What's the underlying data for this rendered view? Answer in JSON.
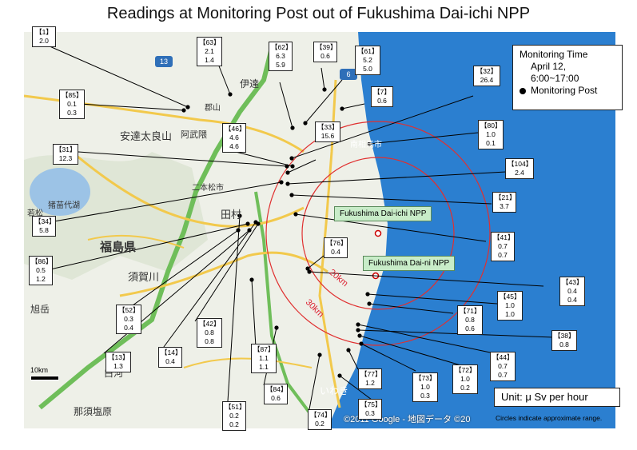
{
  "title": "Readings at Monitoring Post out of Fukushima Dai-ichi NPP",
  "legend": {
    "line1": "Monitoring Time",
    "line2": "April 12,",
    "line3": "6:00~17:00",
    "line4": "Monitoring Post"
  },
  "unit": "Unit: μ Sv per hour",
  "circles_note": "Circles indicate approximate range.",
  "copyright": "©2011 Google - 地図データ ©20",
  "scale": "10km",
  "rings": {
    "r20": "20km",
    "r30": "30km"
  },
  "npp": {
    "daiichi": "Fukushima Dai-ichi NPP",
    "daini": "Fukushima Dai-ni NPP"
  },
  "places": {
    "adatara": "安達太良山",
    "fukushima": "福島県",
    "sukagawa": "須賀川",
    "tamura": "田村",
    "abukuma": "阿武隈",
    "inawashiro": "猪苗代湖",
    "iwaki": "いわき",
    "nasu": "那須塩原",
    "asahi": "旭岳",
    "shirakawa": "白河",
    "date": "伊達",
    "minamisoma": "南相馬市",
    "nihonmatsu": "二本松市",
    "aizuwakamatsu": "若松",
    "tomioka": "郡山"
  },
  "roads": {
    "r13": "13",
    "r6": "6"
  },
  "stations": [
    {
      "id": "【1】",
      "v1": "2.0",
      "v2": ""
    },
    {
      "id": "【63】",
      "v1": "2.1",
      "v2": "1.4"
    },
    {
      "id": "【62】",
      "v1": "6.3",
      "v2": "5.9"
    },
    {
      "id": "【39】",
      "v1": "0.6",
      "v2": ""
    },
    {
      "id": "【61】",
      "v1": "5.2",
      "v2": "5.0"
    },
    {
      "id": "【32】",
      "v1": "26.4",
      "v2": ""
    },
    {
      "id": "【85】",
      "v1": "0.1",
      "v2": "0.3"
    },
    {
      "id": "【7】",
      "v1": "0.6",
      "v2": ""
    },
    {
      "id": "【46】",
      "v1": "4.6",
      "v2": "4.6"
    },
    {
      "id": "【33】",
      "v1": "15.6",
      "v2": ""
    },
    {
      "id": "【80】",
      "v1": "1.0",
      "v2": "0.1"
    },
    {
      "id": "【31】",
      "v1": "12.3",
      "v2": ""
    },
    {
      "id": "【104】",
      "v1": "2.4",
      "v2": ""
    },
    {
      "id": "【21】",
      "v1": "3.7",
      "v2": ""
    },
    {
      "id": "【34】",
      "v1": "5.8",
      "v2": ""
    },
    {
      "id": "【76】",
      "v1": "0.4",
      "v2": ""
    },
    {
      "id": "【41】",
      "v1": "0.7",
      "v2": "0.7"
    },
    {
      "id": "【86】",
      "v1": "0.5",
      "v2": "1.2"
    },
    {
      "id": "【43】",
      "v1": "0.4",
      "v2": "0.4"
    },
    {
      "id": "【45】",
      "v1": "1.0",
      "v2": "1.0"
    },
    {
      "id": "【52】",
      "v1": "0.3",
      "v2": "0.4"
    },
    {
      "id": "【71】",
      "v1": "0.8",
      "v2": "0.6"
    },
    {
      "id": "【42】",
      "v1": "0.8",
      "v2": "0.8"
    },
    {
      "id": "【38】",
      "v1": "0.8",
      "v2": ""
    },
    {
      "id": "【13】",
      "v1": "1.3",
      "v2": ""
    },
    {
      "id": "【14】",
      "v1": "0.4",
      "v2": ""
    },
    {
      "id": "【87】",
      "v1": "1.1",
      "v2": "1.1"
    },
    {
      "id": "【44】",
      "v1": "0.7",
      "v2": "0.7"
    },
    {
      "id": "【72】",
      "v1": "1.0",
      "v2": "0.2"
    },
    {
      "id": "【77】",
      "v1": "1.2",
      "v2": ""
    },
    {
      "id": "【73】",
      "v1": "1.0",
      "v2": "0.3"
    },
    {
      "id": "【84】",
      "v1": "0.6",
      "v2": ""
    },
    {
      "id": "【51】",
      "v1": "0.2",
      "v2": "0.2"
    },
    {
      "id": "【75】",
      "v1": "0.3",
      "v2": ""
    },
    {
      "id": "【74】",
      "v1": "0.2",
      "v2": ""
    }
  ],
  "colors": {
    "sea": "#2b7fd0",
    "ring": "#e03030",
    "npp_box": "#c8ecc8"
  }
}
